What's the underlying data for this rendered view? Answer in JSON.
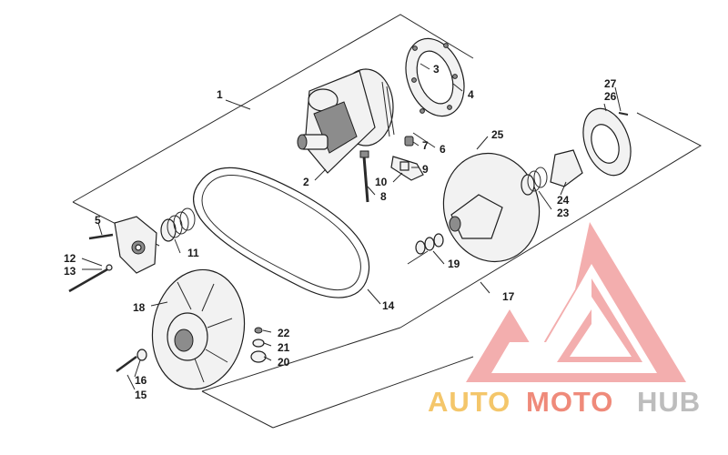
{
  "labels": {
    "l1": "1",
    "l2": "2",
    "l3": "3",
    "l4": "4",
    "l5": "5",
    "l6": "6",
    "l7": "7",
    "l8": "8",
    "l9": "9",
    "l10": "10",
    "l11": "11",
    "l12": "12",
    "l13": "13",
    "l14": "14",
    "l15": "15",
    "l16": "16",
    "l17": "17",
    "l18": "18",
    "l19": "19",
    "l20": "20",
    "l21": "21",
    "l22": "22",
    "l23": "23",
    "l24": "24",
    "l25": "25",
    "l26": "26",
    "l27": "27"
  },
  "watermark": {
    "text_auto": "AUTO",
    "text_moto": "MOTO",
    "text_hub": "HUB",
    "color_logo": "#f2a0a0",
    "color_auto": "#f4c66a",
    "color_moto": "#ef8a7a",
    "color_hub": "#bdbdbd"
  }
}
